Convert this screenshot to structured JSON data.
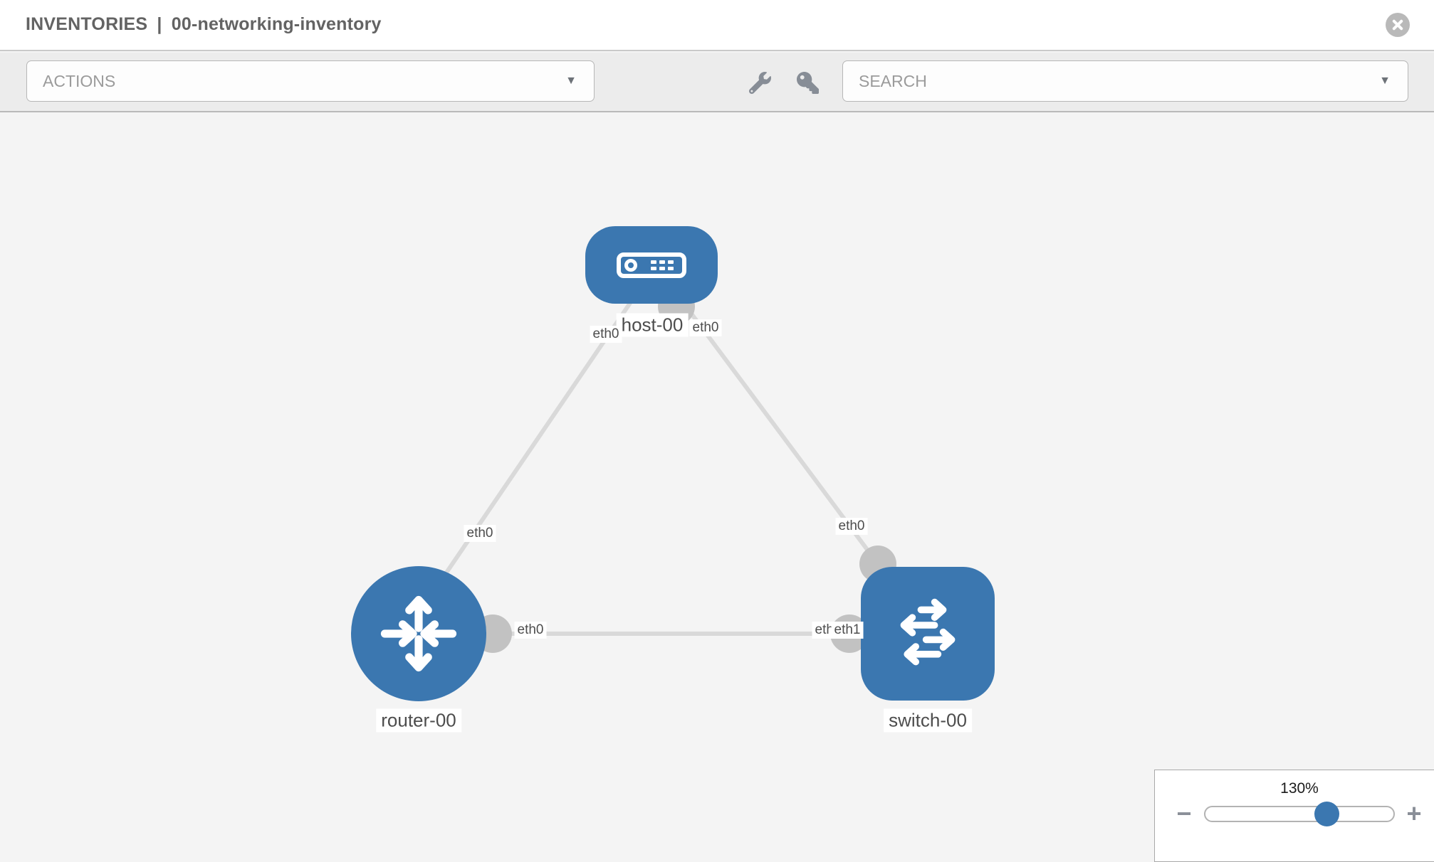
{
  "header": {
    "title_primary": "INVENTORIES",
    "title_separator": "|",
    "title_secondary": "00-networking-inventory"
  },
  "toolbar": {
    "actions_label": "ACTIONS",
    "search_label": "SEARCH",
    "dropdown_caret": "▼",
    "icons": [
      {
        "name": "wrench-icon"
      },
      {
        "name": "key-icon"
      }
    ]
  },
  "colors": {
    "node_blue": "#3b77b0",
    "canvas_bg": "#f4f4f4",
    "toolbar_bg": "#ececec",
    "link_gray": "#d9d9d9",
    "port_gray": "#c2c2c2",
    "label_text": "#4d4d4d"
  },
  "diagram": {
    "nodes": [
      {
        "id": "host-00",
        "type": "host",
        "label": "host-00"
      },
      {
        "id": "router-00",
        "type": "router",
        "label": "router-00"
      },
      {
        "id": "switch-00",
        "type": "switch",
        "label": "switch-00"
      }
    ],
    "links": [
      {
        "from": "host-00",
        "from_interface": "eth0",
        "to": "router-00",
        "to_interface": "eth0"
      },
      {
        "from": "host-00",
        "from_interface": "eth0",
        "to": "switch-00",
        "to_interface": "eth0"
      },
      {
        "from": "router-00",
        "from_interface": "eth0",
        "to": "switch-00",
        "to_interface": "eth1"
      }
    ],
    "interface_labels": [
      {
        "text": "eth0",
        "node": "host-00",
        "position": "below-left"
      },
      {
        "text": "eth0",
        "node": "host-00",
        "position": "below-right"
      },
      {
        "text": "eth0",
        "node": "router-00",
        "position": "above"
      },
      {
        "text": "eth0",
        "node": "router-00",
        "position": "right"
      },
      {
        "text": "eth0",
        "node": "switch-00",
        "position": "above-top-port"
      },
      {
        "text": "eth1",
        "node": "switch-00",
        "position": "left-port-back"
      },
      {
        "text": "eth1",
        "node": "switch-00",
        "position": "left-port-front"
      }
    ]
  },
  "zoom_control": {
    "level": "130%",
    "percent": 130,
    "minus_label": "−",
    "plus_label": "+"
  }
}
